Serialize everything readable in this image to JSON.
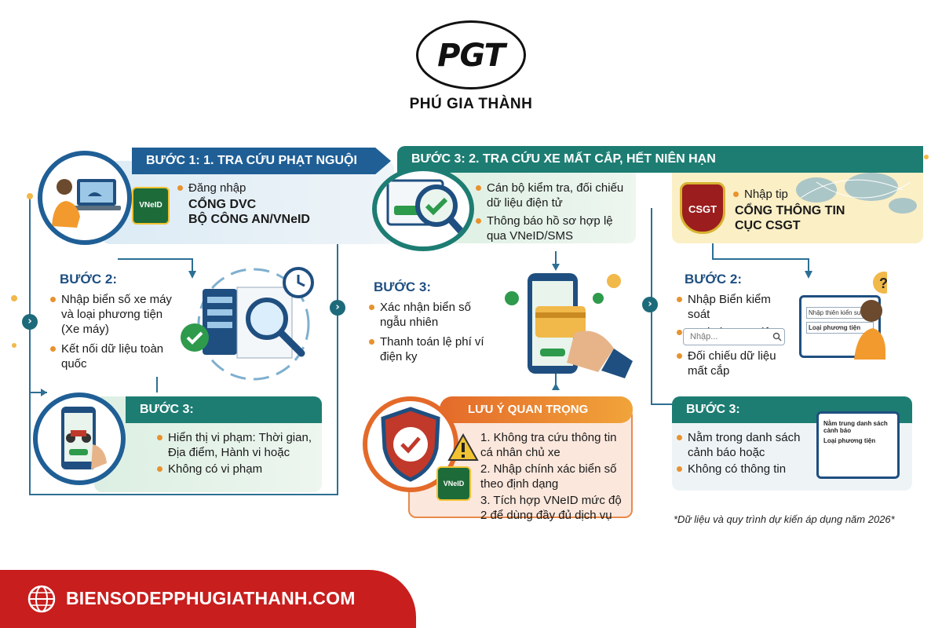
{
  "brand": {
    "logo_mark": "PGT",
    "name": "PHÚ GIA THÀNH"
  },
  "section1": {
    "banner": "BƯỚC 1: 1. TRA CỨU PHẠT NGUỘI",
    "login_line1": "Đăng nhập",
    "login_line2": "CỔNG DVC",
    "login_line3": "BỘ CÔNG AN/VNeID",
    "badge_text": "VNeID",
    "step2_title": "BƯỚC 2:",
    "step2_items": [
      "Nhập biển số xe máy và loại phương tiện (Xe máy)",
      "Kết nối dữ liệu toàn quốc"
    ],
    "step3_title": "BƯỚC 3:",
    "step3_items": [
      "Hiển thị vi phạm: Thời gian, Địa điểm, Hành vi hoặc",
      "Không có vi phạm"
    ]
  },
  "section2": {
    "banner": "BƯỚC 3: 2. TRA CỨU XE MẤT CẮP, HẾT NIÊN HẠN",
    "top_items": [
      "Cán bộ kiểm tra, đối chiếu dữ liệu điện tử",
      "Thông báo hồ sơ hợp lệ qua VNeID/SMS"
    ],
    "step3_title": "BƯỚC 3:",
    "step3_items": [
      "Xác nhận biển số ngẫu nhiên",
      "Thanh toán lệ phí ví điện ky"
    ]
  },
  "notice": {
    "banner": "LƯU Ý QUAN TRỌNG",
    "items": [
      "1. Không tra cứu thông tin cá nhân chủ xe",
      "2. Nhập chính xác biển số theo định dạng",
      "3. Tích hợp VNeID mức độ 2 để dùng đầy đủ dịch vụ"
    ],
    "badge_text": "VNeID"
  },
  "section3": {
    "badge_text": "CSGT",
    "top_line1": "Nhập tip",
    "top_line2": "CỔNG THÔNG TIN",
    "top_line3": "CỤC CSGT",
    "step2_title": "BƯỚC 2:",
    "step2_items": [
      "Nhập Biển kiểm soát",
      "Loại phương tiện"
    ],
    "search_placeholder": "Nhập...",
    "step2_item3": "Đối chiếu dữ liệu mất cắp",
    "screen_line1": "Nhập thiên kiển suối",
    "screen_line2": "Loại phương tiện",
    "step3_title": "BƯỚC 3:",
    "step3_items": [
      "Nằm trong danh sách cảnh báo hoặc",
      "Không có thông tin"
    ],
    "screen2_line1": "Nằm trung danh sách cảnh báo",
    "screen2_line2": "Loại phương tiện"
  },
  "footnote": "*Dữ liệu và quy trình dự kiến áp dụng năm 2026*",
  "footer": {
    "website": "BIENSODEPPHUGIATHANH.COM"
  },
  "icons": [
    "globe-icon",
    "check-icon",
    "magnifier-icon",
    "clock-icon",
    "shield-icon",
    "warning-icon",
    "phone-icon",
    "laptop-icon",
    "motorbike-icon",
    "card-icon",
    "question-icon"
  ],
  "colors": {
    "primary_blue": "#1f5f96",
    "teal": "#1d7d73",
    "orange": "#e46a2a",
    "footer_red": "#c81e1e",
    "check_green": "#2e9a4c"
  }
}
